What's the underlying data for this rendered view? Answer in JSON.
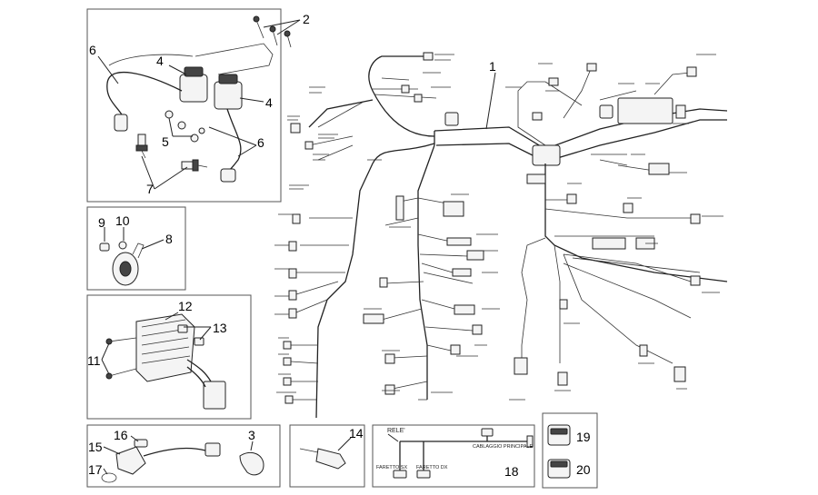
{
  "callouts": {
    "c1": "1",
    "c2": "2",
    "c3": "3",
    "c4a": "4",
    "c4b": "4",
    "c5": "5",
    "c6a": "6",
    "c6b": "6",
    "c7": "7",
    "c8": "8",
    "c9": "9",
    "c10": "10",
    "c11": "11",
    "c12": "12",
    "c13": "13",
    "c14": "14",
    "c15": "15",
    "c16": "16",
    "c17": "17",
    "c18": "18",
    "c19": "19",
    "c20": "20"
  },
  "box18_labels": {
    "rele": "RELE'",
    "cablaggio": "CABLAGGIO PRINCIPALE",
    "faretto_sx": "FARETTO SX",
    "faretto_dx": "FARETTO DX"
  }
}
